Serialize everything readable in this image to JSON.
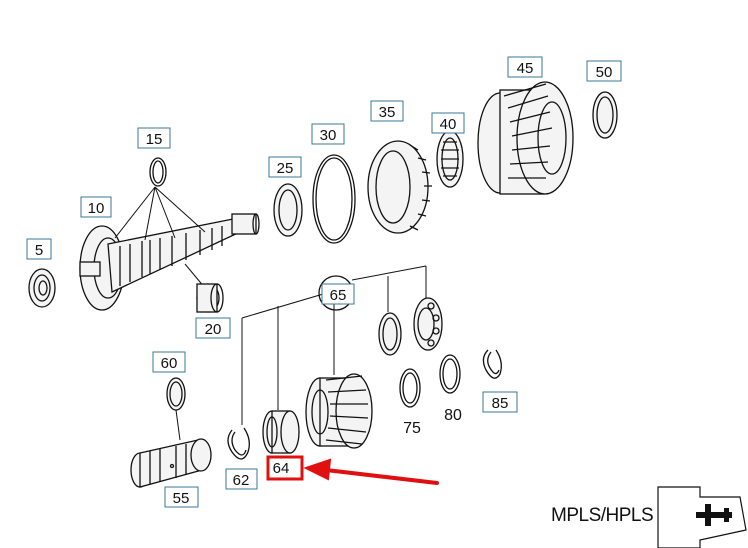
{
  "labels": {
    "p5": "5",
    "p10": "10",
    "p15": "15",
    "p20": "20",
    "p25": "25",
    "p30": "30",
    "p35": "35",
    "p40": "40",
    "p45": "45",
    "p50": "50",
    "p55": "55",
    "p60": "60",
    "p62": "62",
    "p64": "64",
    "p65": "65",
    "p75": "75",
    "p80": "80",
    "p85": "85"
  },
  "footer_text": "MPLS/HPLS",
  "colors": {
    "highlight": "#e01010",
    "box_border": "#3a7a9a",
    "line": "#111111"
  }
}
